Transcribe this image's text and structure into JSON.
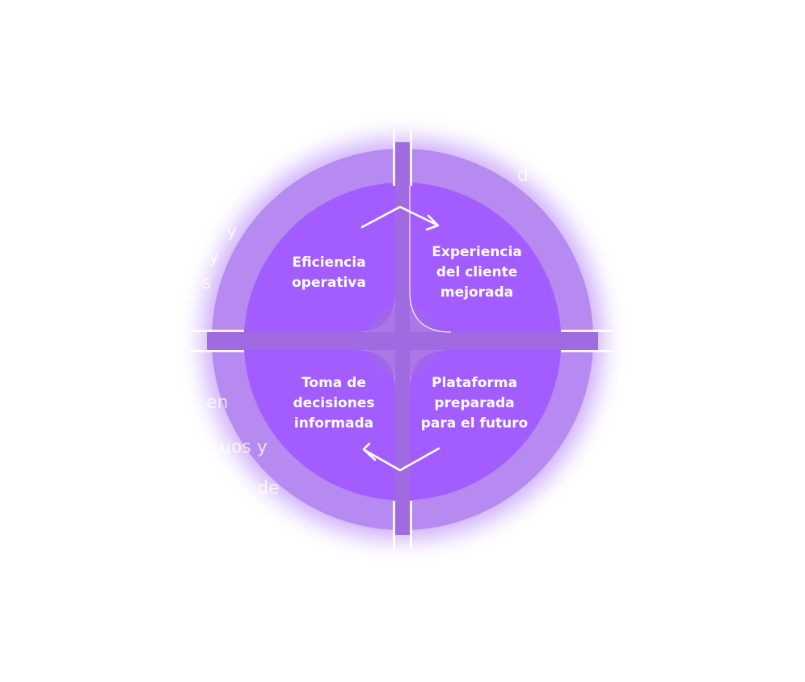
{
  "diagram": {
    "quadrants": [
      {
        "id": "top-left",
        "label": "Eficiencia\noperativa"
      },
      {
        "id": "top-right",
        "label": "Experiencia\ndel cliente\nmejorada"
      },
      {
        "id": "bottom-left",
        "label": "Toma de\ndecisiones\ninformada"
      },
      {
        "id": "bottom-right",
        "label": "Plataforma\npreparada\npara el futuro"
      }
    ],
    "faint_text": [
      "y",
      "y",
      "s",
      "en",
      "uos y",
      "de",
      "d"
    ],
    "colors": {
      "inner": "#a35cff",
      "outer": "#b68af0",
      "cross": "#a06ae0",
      "glow": "#a56cf5",
      "arrow": "#ffffff"
    }
  }
}
